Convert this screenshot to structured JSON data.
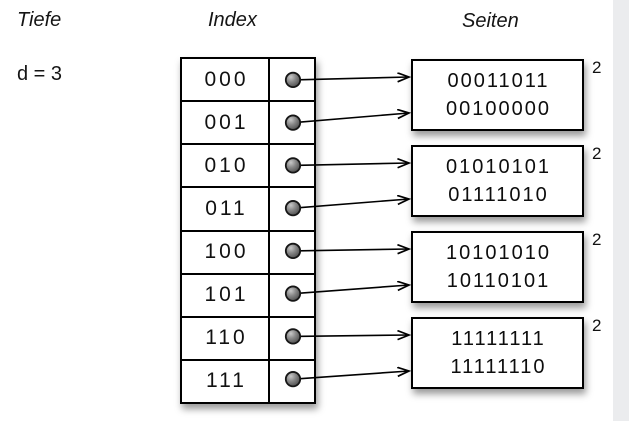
{
  "labels": {
    "depth_header": "Tiefe",
    "depth_value": "d = 3",
    "index_header": "Index",
    "pages_header": "Seiten"
  },
  "index": {
    "rows": [
      "000",
      "001",
      "010",
      "011",
      "100",
      "101",
      "110",
      "111"
    ]
  },
  "pages": [
    {
      "entries": [
        "00011011",
        "00100000"
      ],
      "local_depth": "2"
    },
    {
      "entries": [
        "01010101",
        "01111010"
      ],
      "local_depth": "2"
    },
    {
      "entries": [
        "10101010",
        "10110101"
      ],
      "local_depth": "2"
    },
    {
      "entries": [
        "11111111",
        "11111110"
      ],
      "local_depth": "2"
    }
  ],
  "pointers": [
    {
      "from": "000",
      "page": 0,
      "slot": 0
    },
    {
      "from": "001",
      "page": 0,
      "slot": 1
    },
    {
      "from": "010",
      "page": 1,
      "slot": 0
    },
    {
      "from": "011",
      "page": 1,
      "slot": 1
    },
    {
      "from": "100",
      "page": 2,
      "slot": 0
    },
    {
      "from": "101",
      "page": 2,
      "slot": 1
    },
    {
      "from": "110",
      "page": 3,
      "slot": 0
    },
    {
      "from": "111",
      "page": 3,
      "slot": 1
    }
  ]
}
